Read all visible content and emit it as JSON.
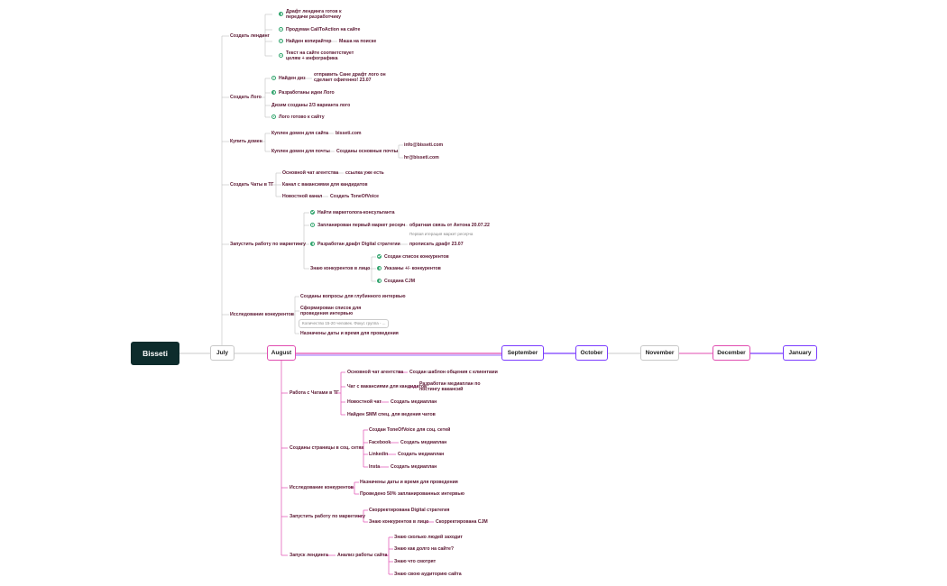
{
  "brand": "Bisseti",
  "colors": {
    "purple": "#7a3cff",
    "pink": "#e04db0",
    "grey": "#c8c8c8",
    "node_text": "#5a1630",
    "logo_bg": "#0d2c2c",
    "done_green": "#2fa36b"
  },
  "timeline": {
    "july": "July",
    "august": "August",
    "september": "September",
    "october": "October",
    "november": "November",
    "december": "December",
    "january": "January"
  },
  "upper": {
    "b1": "Создать лендинг",
    "b1_1": "Драфт лендинга готов к передачи разработчику",
    "b1_2": "Продуман CallToAction на сайте",
    "b1_3": "Найден копирайтер",
    "b1_3a": "Маша на поиске",
    "b1_4": "Текст на сайте соответствует целям + инфографика",
    "b2": "Создать Лого",
    "b2_1": "Найден диз",
    "b2_1a": "отправить Сане драфт лого он сделает офигенно! 23.07",
    "b2_2": "Разработаны идеи Лого",
    "b2_3": "Дизим созданы 2/3 варианта лого",
    "b2_4": "Лого готово к сайту",
    "b3": "Купить домен",
    "b3_1": "Куплен домен для сайта",
    "b3_1a": "bisseti.com",
    "b3_2": "Куплен домен для почты",
    "b3_2a": "Созданы основные почты",
    "b3_2a1": "info@bisseti.com",
    "b3_2a2": "hr@bisseti.com",
    "b4": "Создать Чаты в ТГ",
    "b4_1": "Основной чат агентства",
    "b4_1a": "ссылка уже есть",
    "b4_2": "Канал с вакансиями для кандидатов",
    "b4_3": "Новостной канал",
    "b4_3a": "Создать ToneOfVoice",
    "b5": "Запустить работу по маркетингу",
    "b5_1": "Найти маркетолога-консультанта",
    "b5_2": "Запланирован первый маркет ресерч",
    "b5_2a": "обратная связь от Антона 20.07.22",
    "b5_2b": "Первая итерация маркет ресерча",
    "b5_3": "Разработан драфт Digital стратегии",
    "b5_3a": "прописать драфт 23.07",
    "b5_4": "Знаю конкурентов в лицо",
    "b5_4a": "Создан список конкурентов",
    "b5_4b": "Указаны +/- конкурентов",
    "b5_4c": "Создана CJM",
    "b6": "Исследование конкурентов",
    "b6_1": "Созданы вопросы для глубинного интервью",
    "b6_2": "Сформирован список для проведения интервью",
    "b6_2a": "Количество 15-20 человек. Фокус группа - ...",
    "b6_3": "Назначены даты и время для проведения"
  },
  "lower": {
    "c1": "Работа с Чатами в ТГ",
    "c1_1": "Основной чат агентства",
    "c1_1a": "Создан шаблон общения с клиентами",
    "c1_2": "Чат с вакансиями для кандидатов",
    "c1_2a": "Разработан медиаплан по постингу вакансий",
    "c1_3": "Новостной чат",
    "c1_3a": "Создать медиаплан",
    "c1_4": "Найден SMM спец. для ведения чатов",
    "c2": "Созданы страницы в соц. сетях",
    "c2_1": "Создан ToneOfVoice для соц. сетей",
    "c2_2": "Facebook",
    "c2_2a": "Создать медиаплан",
    "c2_3": "Linkedin",
    "c2_3a": "Создать медиаплан",
    "c2_4": "Insta",
    "c2_4a": "Создать медиаплан",
    "c3": "Исследование конкурентов",
    "c3_1": "Назначены даты и время для проведения",
    "c3_2": "Проведено 50% запланированных интервью",
    "c4": "Запустить работу по маркетингу",
    "c4_1": "Скорректирована Digital стратегия",
    "c4_2": "Знаю конкурентов в лицо",
    "c4_2a": "Скорректирована CJM",
    "c5": "Запуск лендинга",
    "c5_1": "Анализ работы сайта",
    "c5_1a": "Знаю сколько людей заходит",
    "c5_1b": "Знаю как долго на сайте?",
    "c5_1c": "Знаю что смотрят",
    "c5_1d": "Знаю свою аудиторию сайта"
  }
}
